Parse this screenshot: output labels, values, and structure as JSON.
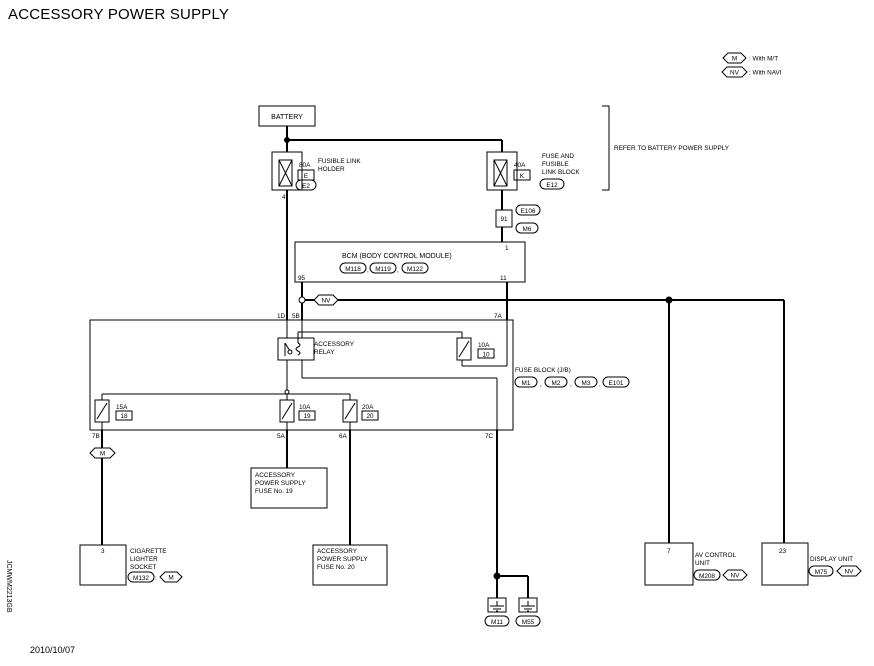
{
  "title": "ACCESSORY POWER SUPPLY",
  "legend": {
    "mt_code": "M",
    "mt_text": ": With M/T",
    "nv_code": "NV",
    "nv_text": ": With NAVI"
  },
  "battery_label": "BATTERY",
  "battery_ref_note": "REFER TO BATTERY POWER SUPPLY",
  "fusible_link": {
    "amp": "80A",
    "letter": "E",
    "name_line1": "FUSIBLE LINK",
    "name_line2": "HOLDER",
    "connector": "E2",
    "pin": "4"
  },
  "fuse_link_block": {
    "amp": "40A",
    "letter": "K",
    "name_line1": "FUSE AND",
    "name_line2": "FUSIBLE",
    "name_line3": "LINK BLOCK",
    "connector": "E12"
  },
  "joint": {
    "pin": "91",
    "connector_top": "E106",
    "connector_bottom": "M6"
  },
  "bcm": {
    "title": "BCM (BODY CONTROL MODULE)",
    "connectors": [
      "M118",
      "M119",
      "M122"
    ],
    "sep": ",",
    "pin_top": "1",
    "pin_left": "95",
    "pin_right": "11"
  },
  "nv_tag": "NV",
  "fuse_block": {
    "pins_top": [
      "1D",
      "5B",
      "7A"
    ],
    "relay_line1": "ACCESSORY",
    "relay_line2": "RELAY",
    "fuse_10a_top": {
      "amp": "10A",
      "num": "10"
    },
    "name": "FUSE BLOCK (J/B)",
    "connectors": [
      "M1",
      "M2",
      "M3",
      "E101"
    ],
    "fuses": [
      {
        "amp": "15A",
        "num": "18",
        "pin": "7B"
      },
      {
        "amp": "10A",
        "num": "19",
        "pin": "5A"
      },
      {
        "amp": "20A",
        "num": "20",
        "pin": "6A"
      }
    ],
    "pin_ground": "7C"
  },
  "mt_tag": "M",
  "acc_fuse19": {
    "line1": "ACCESSORY",
    "line2": "POWER SUPPLY",
    "line3": "FUSE No. 19"
  },
  "acc_fuse20": {
    "line1": "ACCESSORY",
    "line2": "POWER SUPPLY",
    "line3": "FUSE No. 20"
  },
  "cig_socket": {
    "pin": "3",
    "line1": "CIGARETTE",
    "line2": "LIGHTER",
    "line3": "SOCKET",
    "connector": "M132",
    "sep": ":",
    "tag": "M"
  },
  "av_unit": {
    "pin": "7",
    "line1": "AV CONTROL",
    "line2": "UNIT",
    "connector": "M208",
    "sep": ":",
    "tag": "NV"
  },
  "display_unit": {
    "pin": "23",
    "line1": "DISPLAY UNIT",
    "connector": "M75",
    "sep": ":",
    "tag": "NV"
  },
  "grounds": [
    "M11",
    "M55"
  ],
  "date": "2010/10/07",
  "doc_code": "JCMWM2213GB"
}
